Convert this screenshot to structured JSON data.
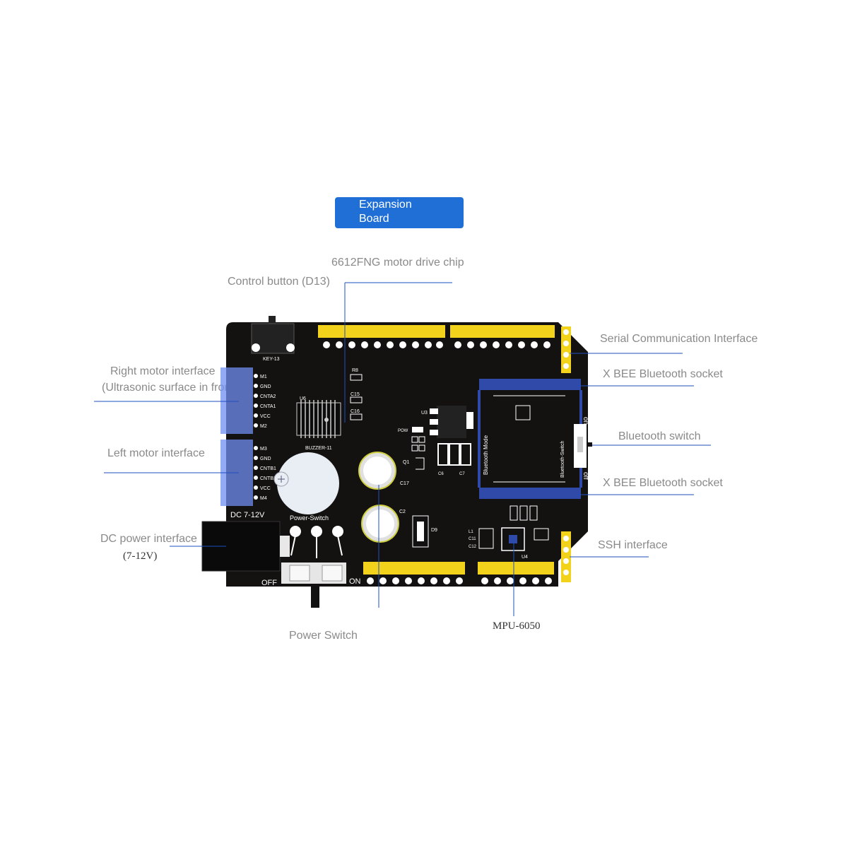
{
  "header": {
    "title_line1": "Expansion",
    "title_line2": "Board"
  },
  "labels": {
    "motor_chip": "6612FNG motor drive chip",
    "control_button": "Control button (D13)",
    "right_motor_line1": "Right motor interface",
    "right_motor_line2": "(Ultrasonic surface in front)",
    "left_motor": "Left motor interface",
    "dc_power_line1": "DC power interface",
    "dc_power_line2": "(7-12V)",
    "power_switch": "Power Switch",
    "mpu": "MPU-6050",
    "serial": "Serial Communication Interface",
    "xbee_top": "X BEE Bluetooth socket",
    "bluetooth_switch": "Bluetooth switch",
    "xbee_bottom": "X BEE Bluetooth socket",
    "ssh": "SSH interface"
  },
  "board": {
    "key_label": "KEY-13",
    "u6": "U6",
    "u3": "U3",
    "u4": "U4",
    "r8": "R8",
    "c15": "C15",
    "c16": "C16",
    "buzzer": "BUZZER-11",
    "c17": "C17",
    "c2": "C2",
    "d9": "D9",
    "c6": "C6",
    "c7": "C7",
    "q1": "Q1",
    "pow": "POW",
    "bt_mode": "Bluetooth Mode",
    "bt_switch": "Bluetooth-Switch",
    "on_right": "on",
    "off_right": "off",
    "dc_label": "DC  7-12V",
    "power_switch_silk": "Power-Switch",
    "off_bottom": "OFF",
    "on_bottom": "ON",
    "pins_right": [
      "M1",
      "GND",
      "CNTA2",
      "CNTA1",
      "VCC",
      "M2"
    ],
    "pins_left": [
      "M3",
      "GND",
      "CNTB1",
      "CNTB2",
      "VCC",
      "M4"
    ],
    "l1": "L1",
    "c11": "C11",
    "c12": "C12"
  },
  "colors": {
    "accent": "#1f6fd6",
    "board": "#141210",
    "header_yellow": "#f2d21b",
    "socket_blue": "#2f4aa8",
    "label_grey": "#8a8a8a"
  }
}
